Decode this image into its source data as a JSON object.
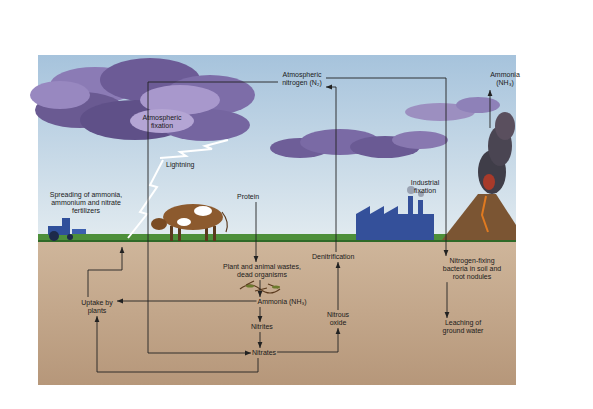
{
  "diagram": {
    "nodes": [
      {
        "text": [
          "Atmospheric nitrogen (N₂)"
        ]
      },
      {
        "text": [
          "Protein"
        ]
      },
      {
        "text": [
          "Plant and animal wastes, dead organisms"
        ]
      },
      {
        "text": [
          "Denitrification"
        ]
      },
      {
        "text": [
          "Nitrogen-fixing bacteria in soil and root nodules"
        ]
      },
      {
        "text": [
          "Uptake by plants"
        ]
      },
      {
        "text": [
          "Ammonia (NH₃)"
        ]
      },
      {
        "text": [
          "Nitrous oxide"
        ]
      },
      {
        "text": [
          "Nitrites"
        ]
      },
      {
        "text": [
          "Nitrates"
        ]
      },
      {
        "text": [
          "Leaching of ground water"
        ]
      }
    ],
    "edges": [
      {
        "from": 3,
        "to": 0,
        "arrow": "to"
      },
      {
        "from": 0,
        "to": 4,
        "arrow": "to"
      },
      {
        "from": 4,
        "to": 10,
        "arrow": "to"
      },
      {
        "from": 0,
        "to": 9,
        "arrow": "to"
      },
      {
        "from": 1,
        "to": 2,
        "arrow": "to"
      },
      {
        "from": 2,
        "to": 6,
        "arrow": "to"
      },
      {
        "from": 6,
        "to": 8,
        "arrow": "to"
      },
      {
        "from": 8,
        "to": 9,
        "arrow": "to"
      },
      {
        "from": 6,
        "to": 5,
        "arrow": "to"
      },
      {
        "from": 9,
        "to": 5,
        "arrow": "to"
      },
      {
        "from": 9,
        "to": 7,
        "arrow": "to"
      },
      {
        "from": 7,
        "to": 3,
        "arrow": "to"
      }
    ],
    "labels": [
      "Atmospheric fixation",
      "Lightning",
      "Ammonia (NH₃)",
      "Spreading of ammonia, ammonium and nitrate fertilizers",
      "Industrial fixation"
    ]
  }
}
